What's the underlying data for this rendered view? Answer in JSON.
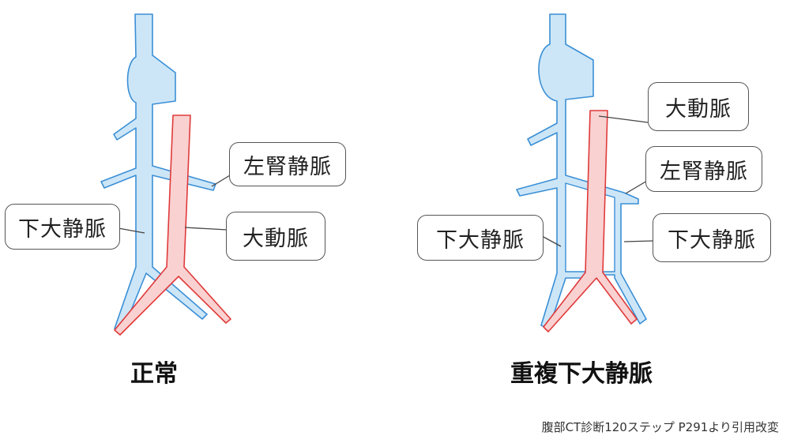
{
  "colors": {
    "vein_fill": "#cce6f7",
    "vein_stroke": "#3b8fd6",
    "artery_fill": "#f9d1d1",
    "artery_stroke": "#e03a3a",
    "box_border": "#555555",
    "leader": "#444444"
  },
  "left_panel": {
    "caption": "正常",
    "labels": {
      "renal_vein": "左腎静脈",
      "ivc": "下大静脈",
      "aorta": "大動脈"
    }
  },
  "right_panel": {
    "caption": "重複下大静脈",
    "labels": {
      "aorta": "大動脈",
      "renal_vein": "左腎静脈",
      "ivc_left_side": "下大静脈",
      "ivc_right_side": "下大静脈"
    }
  },
  "source_note": "腹部CT診断120ステップ P291より引用改変"
}
